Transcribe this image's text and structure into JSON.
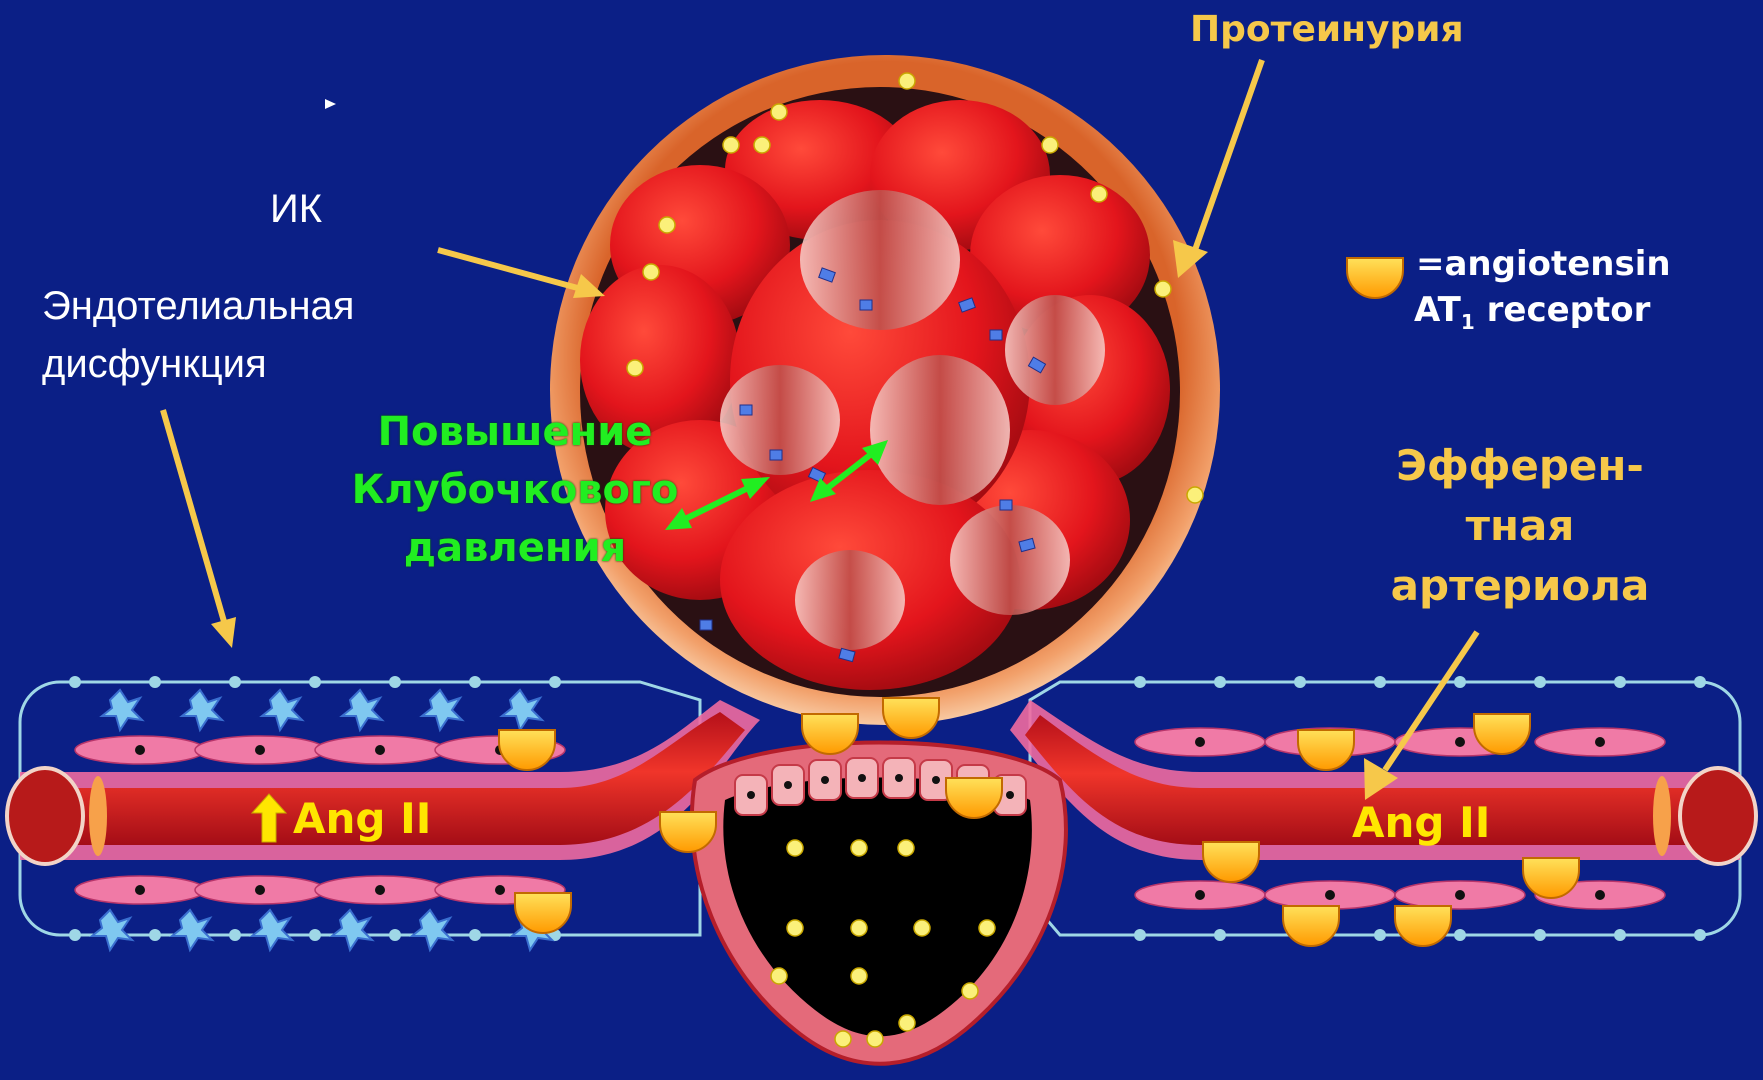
{
  "labels": {
    "ik": "ИК",
    "endothelial": [
      "Эндотелиальная",
      "дисфункция"
    ],
    "proteinuria": "Протеинурия",
    "pressure": [
      "Повышение",
      "Клубочкового",
      "давления"
    ],
    "efferent": [
      "Эфферен-",
      "тная",
      "артериола"
    ],
    "ang_left": "Ang II",
    "ang_right": "Ang II",
    "legend_line1": "=angiotensin",
    "legend_line2_prefix": "AT",
    "legend_line2_sub": "1",
    "legend_line2_suffix": " receptor"
  },
  "colors": {
    "background": "#0b1f86",
    "arrow_yellow": "#f6c84a",
    "pressure_green": "#21ee21",
    "vessel_red": "#e3151c",
    "receptor_orange": "#ffb000"
  },
  "icons": [
    "up-arrow-icon",
    "angiotensin-receptor-icon",
    "bullet-triangle-icon"
  ]
}
